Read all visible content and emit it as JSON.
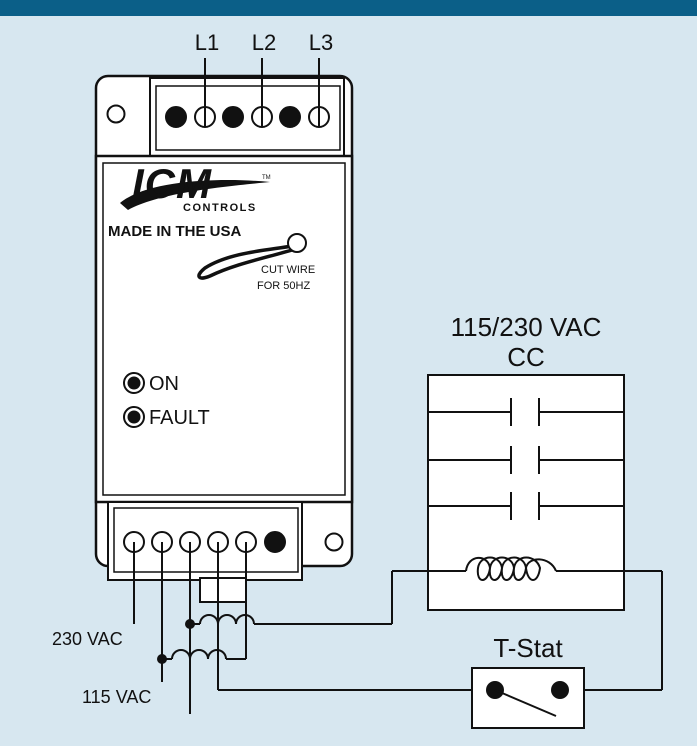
{
  "header": {
    "bar_color": "#0b5f88"
  },
  "background_color": "#d7e7f0",
  "terminals_top": {
    "l1": "L1",
    "l2": "L2",
    "l3": "L3"
  },
  "device": {
    "logo_text": "ICM",
    "logo_sub": "CONTROLS",
    "tm": "TM",
    "made_in": "MADE IN THE USA",
    "cut_wire_line1": "CUT WIRE",
    "cut_wire_line2": "FOR 50HZ",
    "led_on": "ON",
    "led_fault": "FAULT"
  },
  "wiring": {
    "vac_230": "230 VAC",
    "vac_115": "115 VAC"
  },
  "contactor": {
    "title_line1": "115/230 VAC",
    "title_line2": "CC"
  },
  "tstat": {
    "label": "T-Stat"
  }
}
